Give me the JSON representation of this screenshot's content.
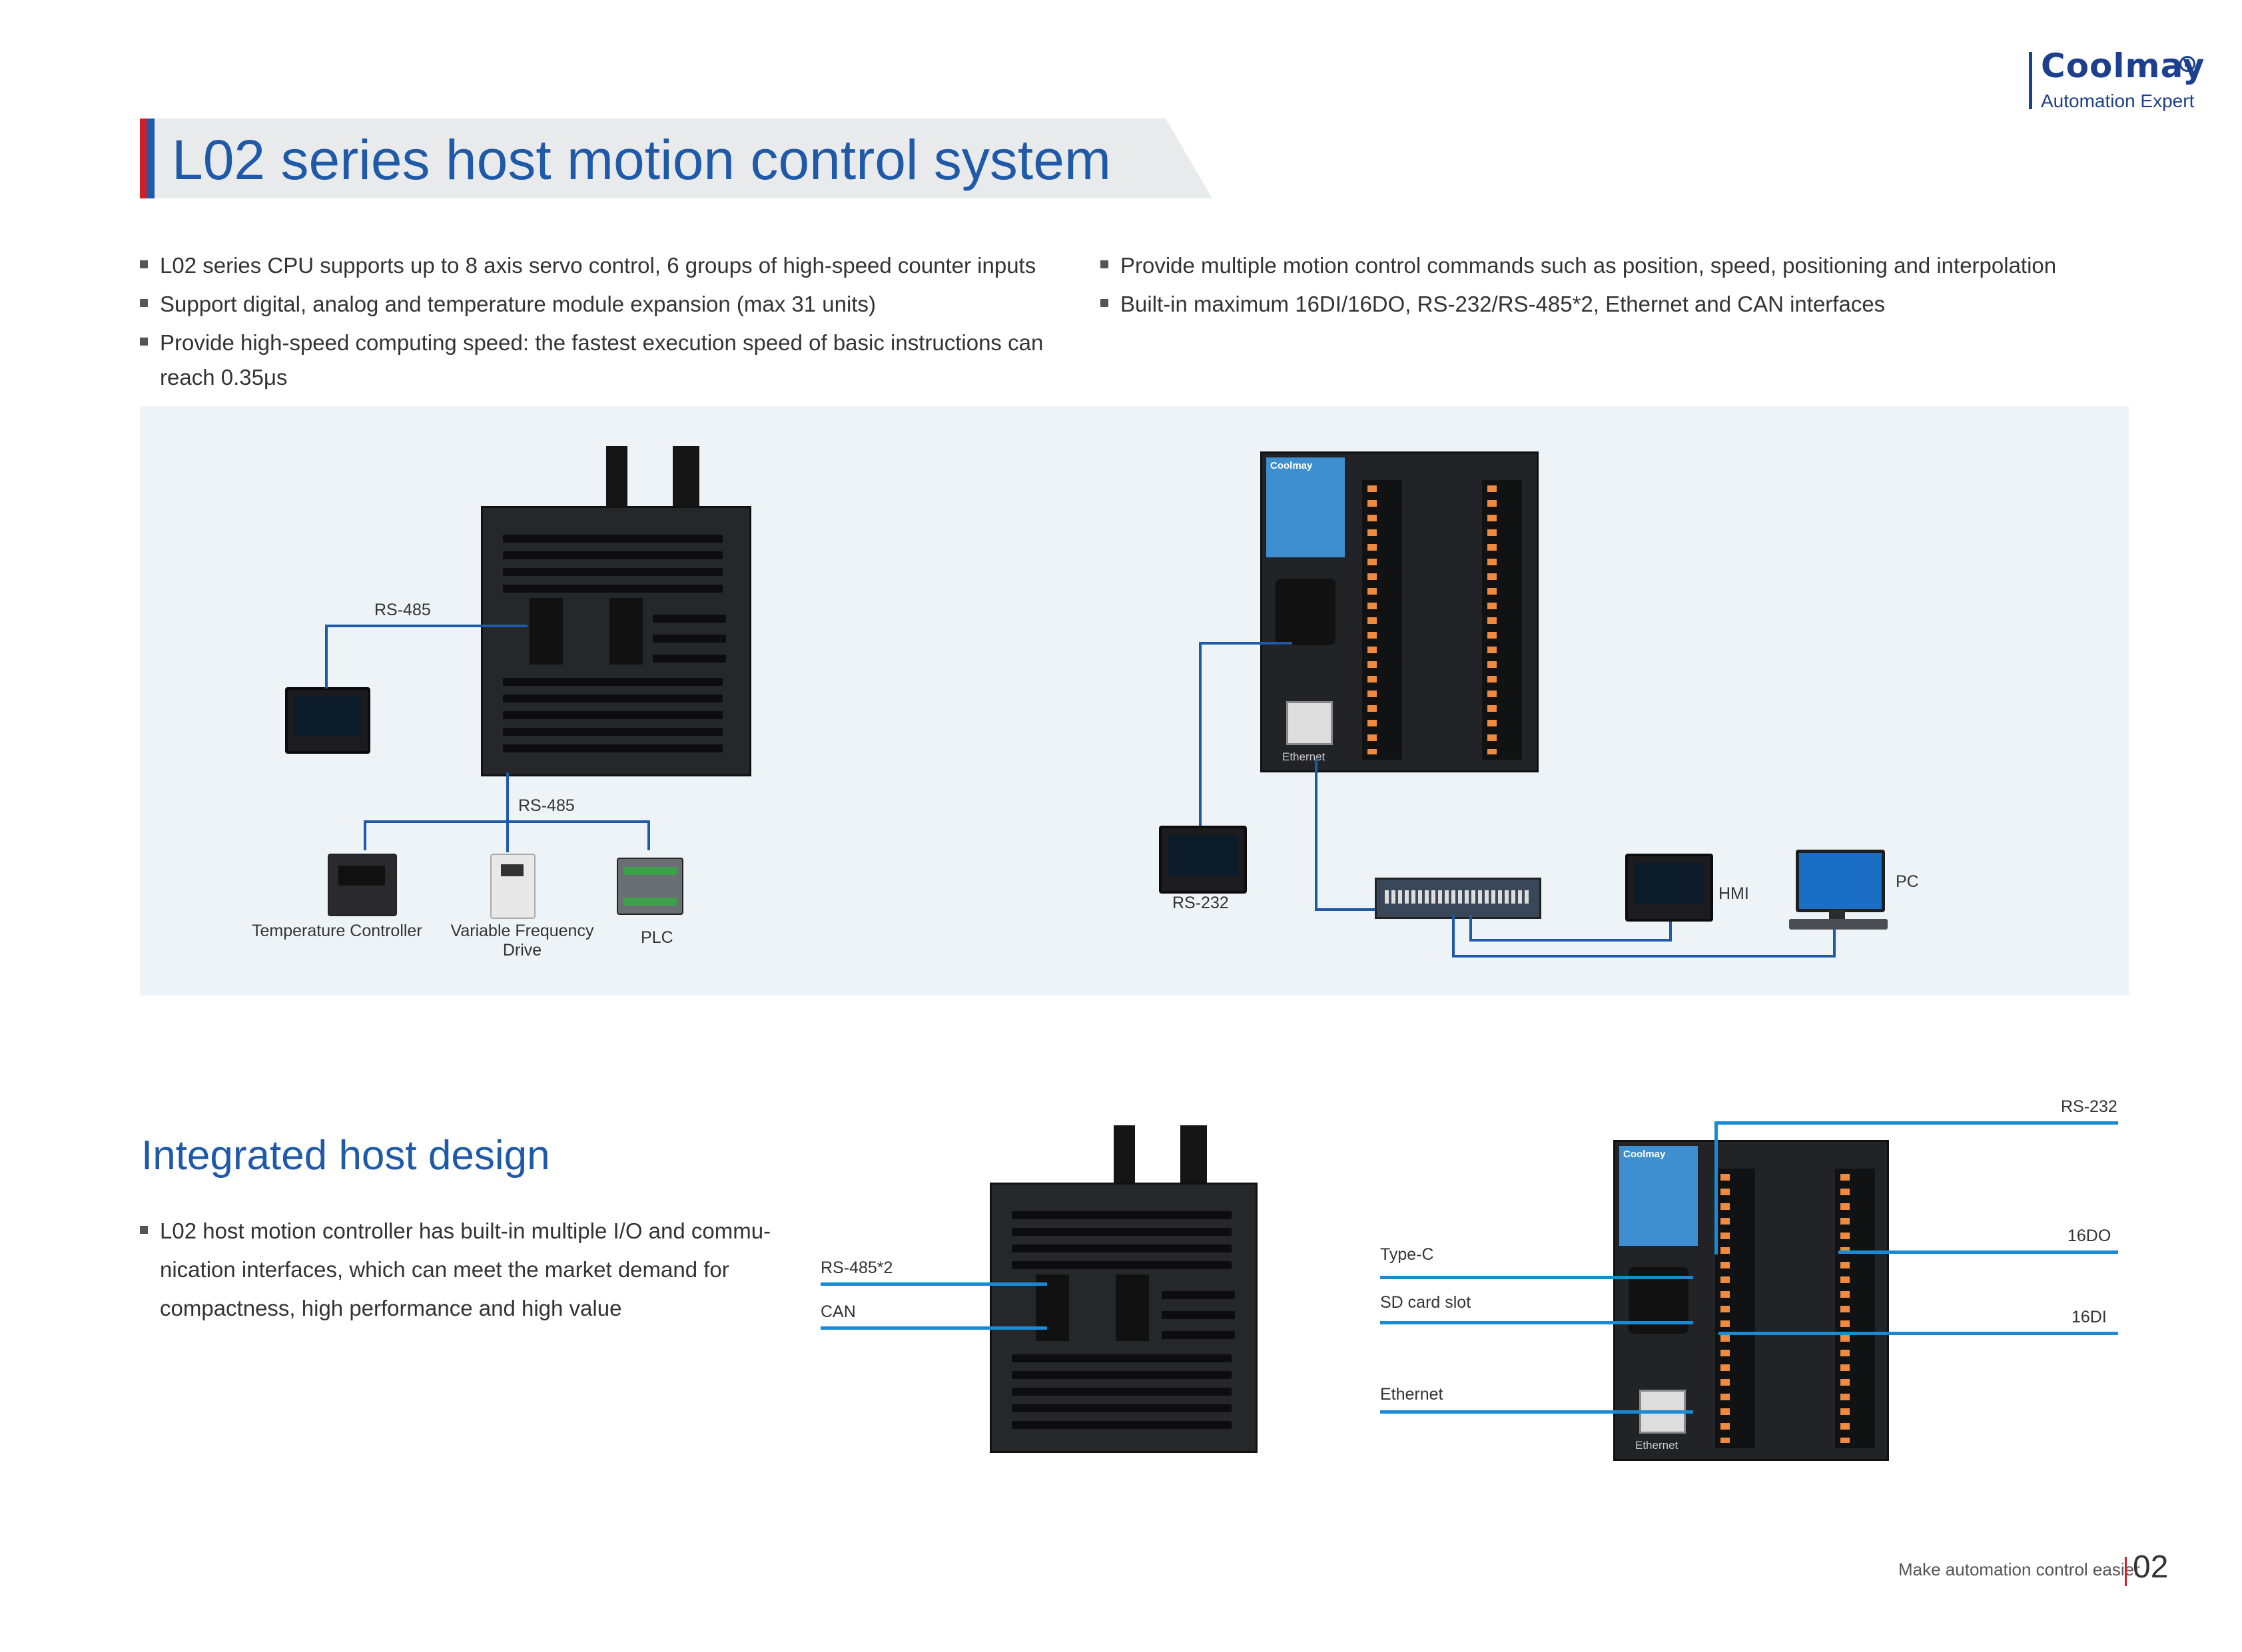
{
  "logo": {
    "brand": "Coolmay",
    "reg": "R",
    "tagline": "Automation Expert"
  },
  "title": "L02 series host motion control system",
  "bullets_left": [
    "L02 series CPU supports up to 8 axis servo control, 6 groups of high-speed counter inputs",
    "Support digital, analog and temperature module expansion (max 31 units)"
  ],
  "bullet_left_3": {
    "line1": "Provide high-speed computing speed: the fastest execution speed of basic instructions can",
    "line2": "reach 0.35μs"
  },
  "bullets_right": [
    "Provide multiple motion control commands such as position, speed, positioning and interpolation",
    "Built-in maximum 16DI/16DO, RS-232/RS-485*2, Ethernet and CAN interfaces"
  ],
  "diagram_left": {
    "rs485_top": "RS-485",
    "rs485_bottom": "RS-485",
    "devices": [
      "Temperature Controller",
      "Variable Frequency",
      "PLC"
    ],
    "vfd_line2": "Drive"
  },
  "diagram_right": {
    "rs232": "RS-232",
    "hmi": "HMI",
    "pc": "PC",
    "ethernet": "Ethernet",
    "brand": "Coolmay"
  },
  "section2": {
    "title": "Integrated host design",
    "bullet_line1": "L02 host motion controller has built-in multiple I/O and commu-",
    "bullet_line2": "nication interfaces, which can meet the market demand for",
    "bullet_line3": "compactness, high performance and high value",
    "left_labels": [
      "RS-485*2",
      "CAN"
    ],
    "right_labels_left": [
      "Type-C",
      "SD card slot",
      "Ethernet"
    ],
    "right_labels_right": [
      "RS-232",
      "16DO",
      "16DI"
    ],
    "ethernet_on_device": "Ethernet",
    "brand": "Coolmay"
  },
  "footer": {
    "text": "Make automation control easier",
    "page": "02"
  },
  "colors": {
    "primary_blue": "#1f5aa8",
    "accent_red": "#d51d24",
    "callout_blue": "#1a8ad4",
    "panel_bg": "#edf3f7"
  }
}
